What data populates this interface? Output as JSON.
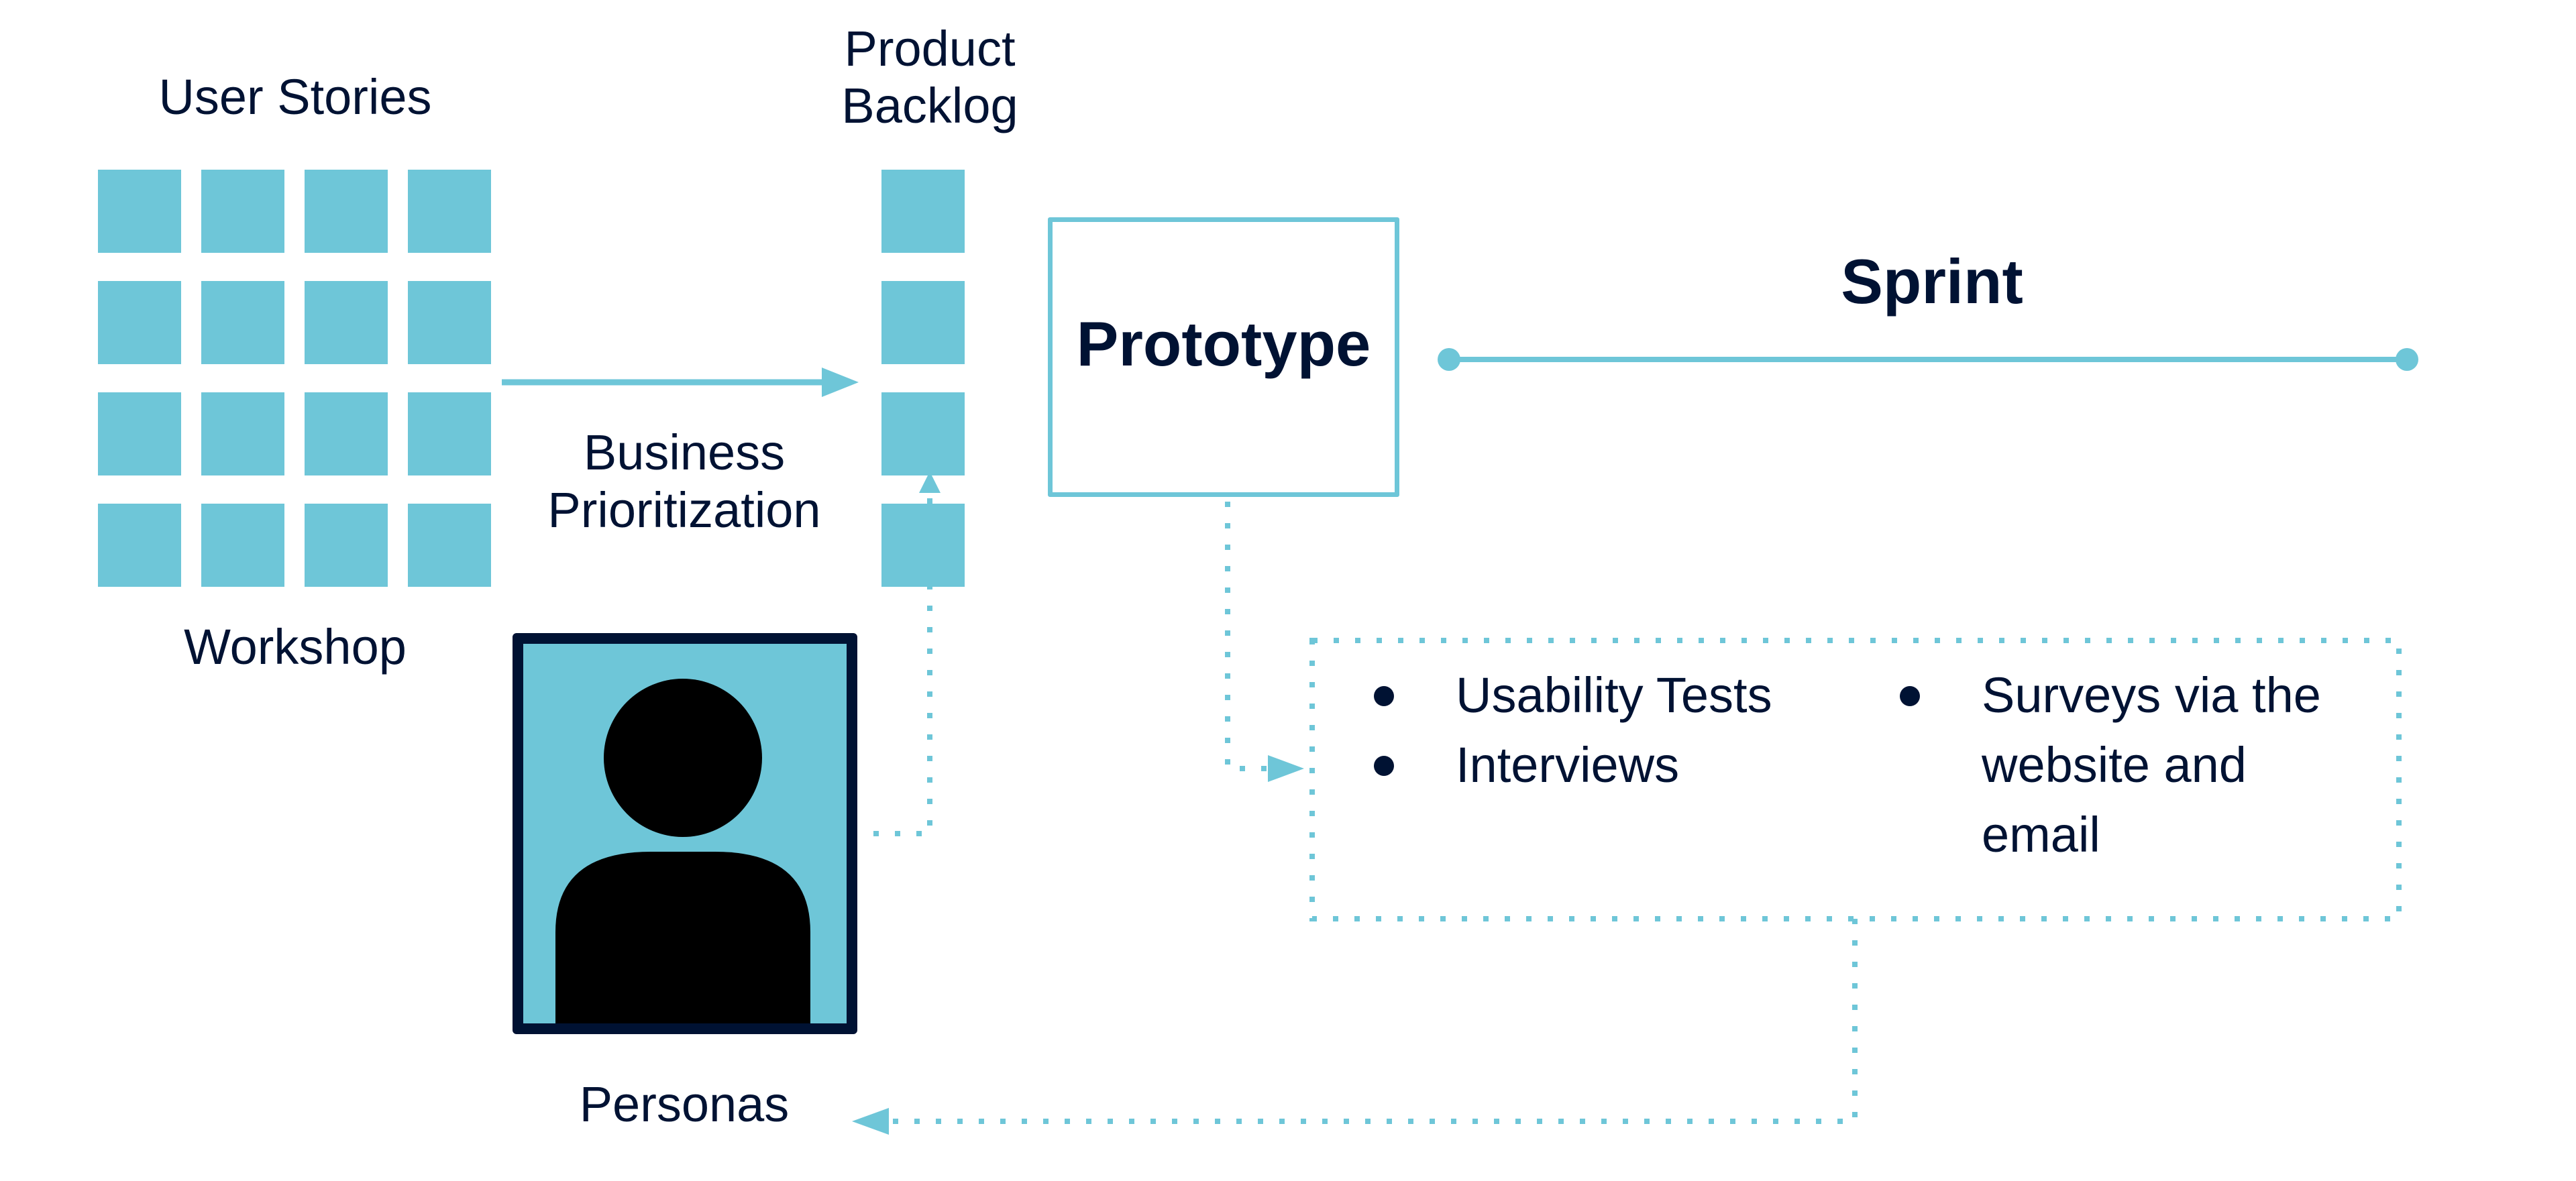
{
  "colors": {
    "accent": "#6ec6d8",
    "text": "#001233",
    "silhouette": "#000000",
    "background": "#ffffff"
  },
  "labels": {
    "user_stories": "User Stories",
    "workshop": "Workshop",
    "product_backlog_line1": "Product",
    "product_backlog_line2": "Backlog",
    "business_prioritization_line1": "Business",
    "business_prioritization_line2": "Prioritization",
    "prototype": "Prototype",
    "sprint": "Sprint",
    "personas": "Personas"
  },
  "user_stories_grid": {
    "rows": 4,
    "columns": 4
  },
  "product_backlog": {
    "items": 4
  },
  "feedback_box": {
    "left_column": [
      "Usability Tests",
      "Interviews"
    ],
    "right_column": [
      "Surveys via the website and email"
    ],
    "right_column_lines": [
      "Surveys via the",
      "website and",
      "email"
    ]
  },
  "icons": {
    "persona": "person-silhouette-icon",
    "flow_arrow": "arrow-right-icon",
    "dotted_arrow_up": "arrow-up-icon",
    "dotted_arrow_right": "arrow-right-icon",
    "dotted_arrow_left": "arrow-left-icon"
  }
}
